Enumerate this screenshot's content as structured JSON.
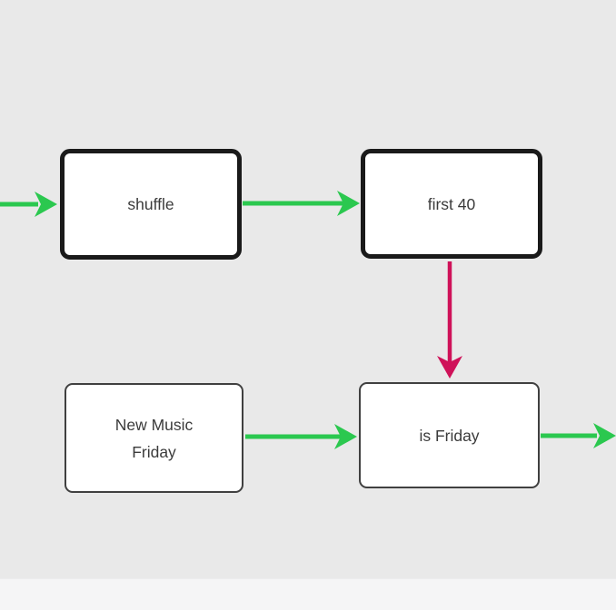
{
  "diagram": {
    "nodes": [
      {
        "id": "shuffle",
        "label": "shuffle"
      },
      {
        "id": "first-40",
        "label": "first 40"
      },
      {
        "id": "new-music-friday",
        "label": "New Music Friday"
      },
      {
        "id": "is-friday",
        "label": "is Friday"
      }
    ],
    "edges": [
      {
        "from": "offscreen-left",
        "to": "shuffle",
        "color_name": "green"
      },
      {
        "from": "shuffle",
        "to": "first-40",
        "color_name": "green"
      },
      {
        "from": "first-40",
        "to": "is-friday",
        "color_name": "red"
      },
      {
        "from": "new-music-friday",
        "to": "is-friday",
        "color_name": "green"
      },
      {
        "from": "is-friday",
        "to": "offscreen-right",
        "color_name": "green"
      }
    ]
  },
  "colors": {
    "background": "#e9e9e9",
    "bottom_strip": "#f5f5f6",
    "arrow_green": "#2bc84f",
    "arrow_red": "#cf1259",
    "node_fill": "#ffffff",
    "node_border_strong": "#1a1a1a",
    "node_border_light": "#404040",
    "text": "#3b3b3b"
  }
}
